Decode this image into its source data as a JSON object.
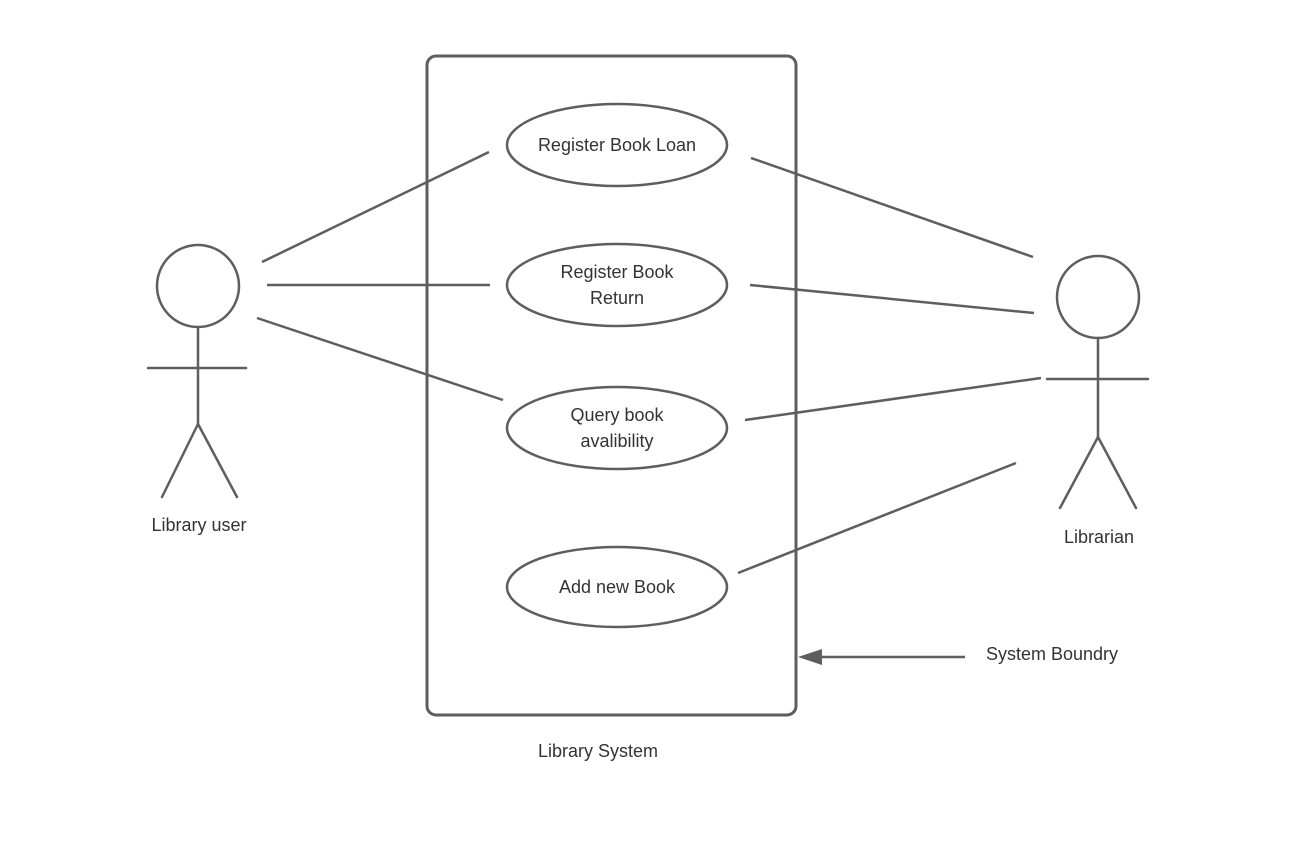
{
  "diagram_type": "uml-use-case-diagram",
  "system": {
    "label": "Library System",
    "boundary_annotation": "System Boundry"
  },
  "actors": [
    {
      "name": "Library user"
    },
    {
      "name": "Librarian"
    }
  ],
  "use_cases": [
    {
      "label": "Register Book Loan",
      "line1": "Register Book Loan",
      "line2": ""
    },
    {
      "label": "Register Book Return",
      "line1": "Register Book",
      "line2": "Return"
    },
    {
      "label": "Query book avalibility",
      "line1": "Query book",
      "line2": "avalibility"
    },
    {
      "label": "Add new Book",
      "line1": "Add new Book",
      "line2": ""
    }
  ],
  "connections": [
    {
      "from": "Library user",
      "to": "Register Book Loan"
    },
    {
      "from": "Library user",
      "to": "Register Book Return"
    },
    {
      "from": "Library user",
      "to": "Query book avalibility"
    },
    {
      "from": "Register Book Loan",
      "to": "Librarian"
    },
    {
      "from": "Register Book Return",
      "to": "Librarian"
    },
    {
      "from": "Query book avalibility",
      "to": "Librarian"
    },
    {
      "from": "Add new Book",
      "to": "Librarian"
    }
  ],
  "colors": {
    "actor_head_fill": "#6CABF2",
    "stroke": "#5E5E5E",
    "text": "#333333",
    "background": "#FFFFFF"
  }
}
